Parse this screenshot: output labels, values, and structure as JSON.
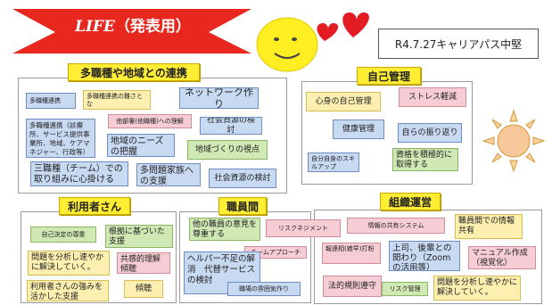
{
  "banner": {
    "brand": "LIFE",
    "subtitle": "（発表用）"
  },
  "meta": {
    "date_label": "R4.7.27キャリアパス中堅"
  },
  "colors": {
    "banner_red": "#e8281e",
    "sun_yellow": "#ffee22",
    "heart_red": "#e31b23",
    "header_yellow": "#ffee33"
  },
  "sections": {
    "multi": {
      "title": "多職種や地域との連携",
      "notes": {
        "n1": "多職種連携",
        "n2": "多職種連携の難さとな\n名前を共有",
        "n3": "ネットワーク作り",
        "n4": "多職種連携（診療所、サービス提供事業所、地域、ケアマネジャー、行政等）",
        "n5": "他部署(他職種)への理解",
        "n6": "社会資源の検討",
        "n7": "地域のニーズの把握",
        "n8": "地域づくりの視点",
        "n9": "三職種（チーム）での取り組みに心掛ける",
        "n10": "多問題家族への支援",
        "n11": "社会資源の検討"
      }
    },
    "self": {
      "title": "自己管理",
      "notes": {
        "n1": "心身の自己管理",
        "n2": "ストレス軽減",
        "n3": "健康管理",
        "n4": "自らの振り返り",
        "n5": "自分自身のスキルアップ",
        "n6": "資格を積極的に取得する"
      }
    },
    "user": {
      "title": "利用者さん",
      "notes": {
        "n1": "自己決定の尊重",
        "n2": "根拠に基づいた支援",
        "n3": "問題を分析し速やかに解決していく。",
        "n4": "共感的理解傾聴",
        "n5": "利用者さんの強みを活かした支援",
        "n6": "傾聴"
      }
    },
    "staff": {
      "title": "職員間",
      "notes": {
        "n1": "他の職員の意見を尊重する",
        "n2": "チームアプローチ",
        "n3": "ヘルパー不足の解消　代替サービスの検討",
        "n4": "職場の雰囲気作り"
      }
    },
    "org": {
      "title": "組織運営",
      "notes": {
        "n1": "リスクネジメント",
        "n2": "情報の共有システム",
        "n3": "職員間での情報共有",
        "n4": "報連相(雑早)打粉",
        "n5": "上司、後輩との関わり（Zoomの活用等）",
        "n6": "マニュアル作成（視覚化）",
        "n7": "法的規則遵守",
        "n8": "リスク管理",
        "n9": "問題を分析し速やかに解決していく。"
      }
    }
  }
}
